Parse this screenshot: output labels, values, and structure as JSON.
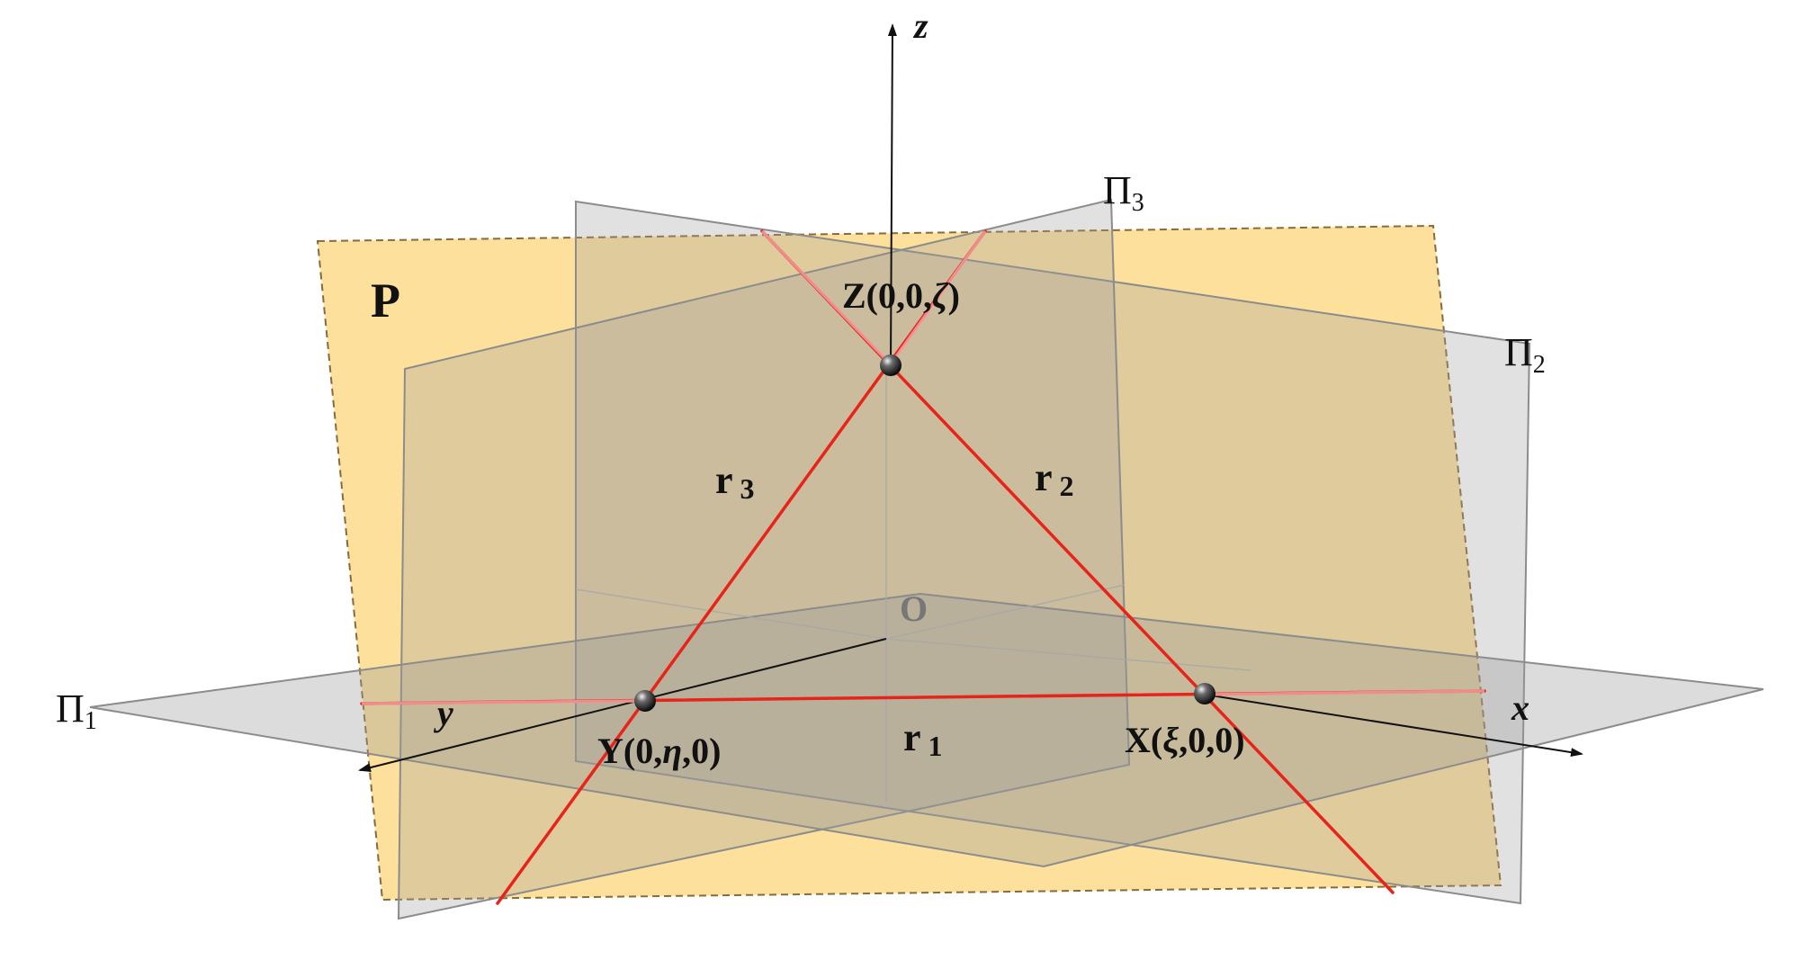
{
  "labels": {
    "plane_P": "P",
    "axis_z": "z",
    "axis_y": "y",
    "axis_x": "x",
    "origin": "O",
    "pi1": {
      "base": "Π",
      "sub": "1"
    },
    "pi2": {
      "base": "Π",
      "sub": "2"
    },
    "pi3": {
      "base": "Π",
      "sub": "3"
    },
    "point_Z": {
      "pre": "Z(0,0,",
      "var": "ζ",
      "post": ")"
    },
    "point_Y": {
      "pre": "Y(0,",
      "var": "η",
      "post": ",0)"
    },
    "point_X": {
      "pre": "X(",
      "var": "ξ",
      "post": ",0,0)"
    },
    "r1": {
      "base": "r",
      "sub": "1"
    },
    "r2": {
      "base": "r",
      "sub": "2"
    },
    "r3": {
      "base": "r",
      "sub": "3"
    }
  },
  "colors": {
    "plane_P_fill": "#f9c64a",
    "plane_P_border": "#8a6a3a",
    "gray_plane_fill": "#9a9a9a",
    "gray_plane_edge": "#8c8c8c",
    "red_line": "#e8231a",
    "axis": "#111111",
    "origin_label": "#777777"
  }
}
